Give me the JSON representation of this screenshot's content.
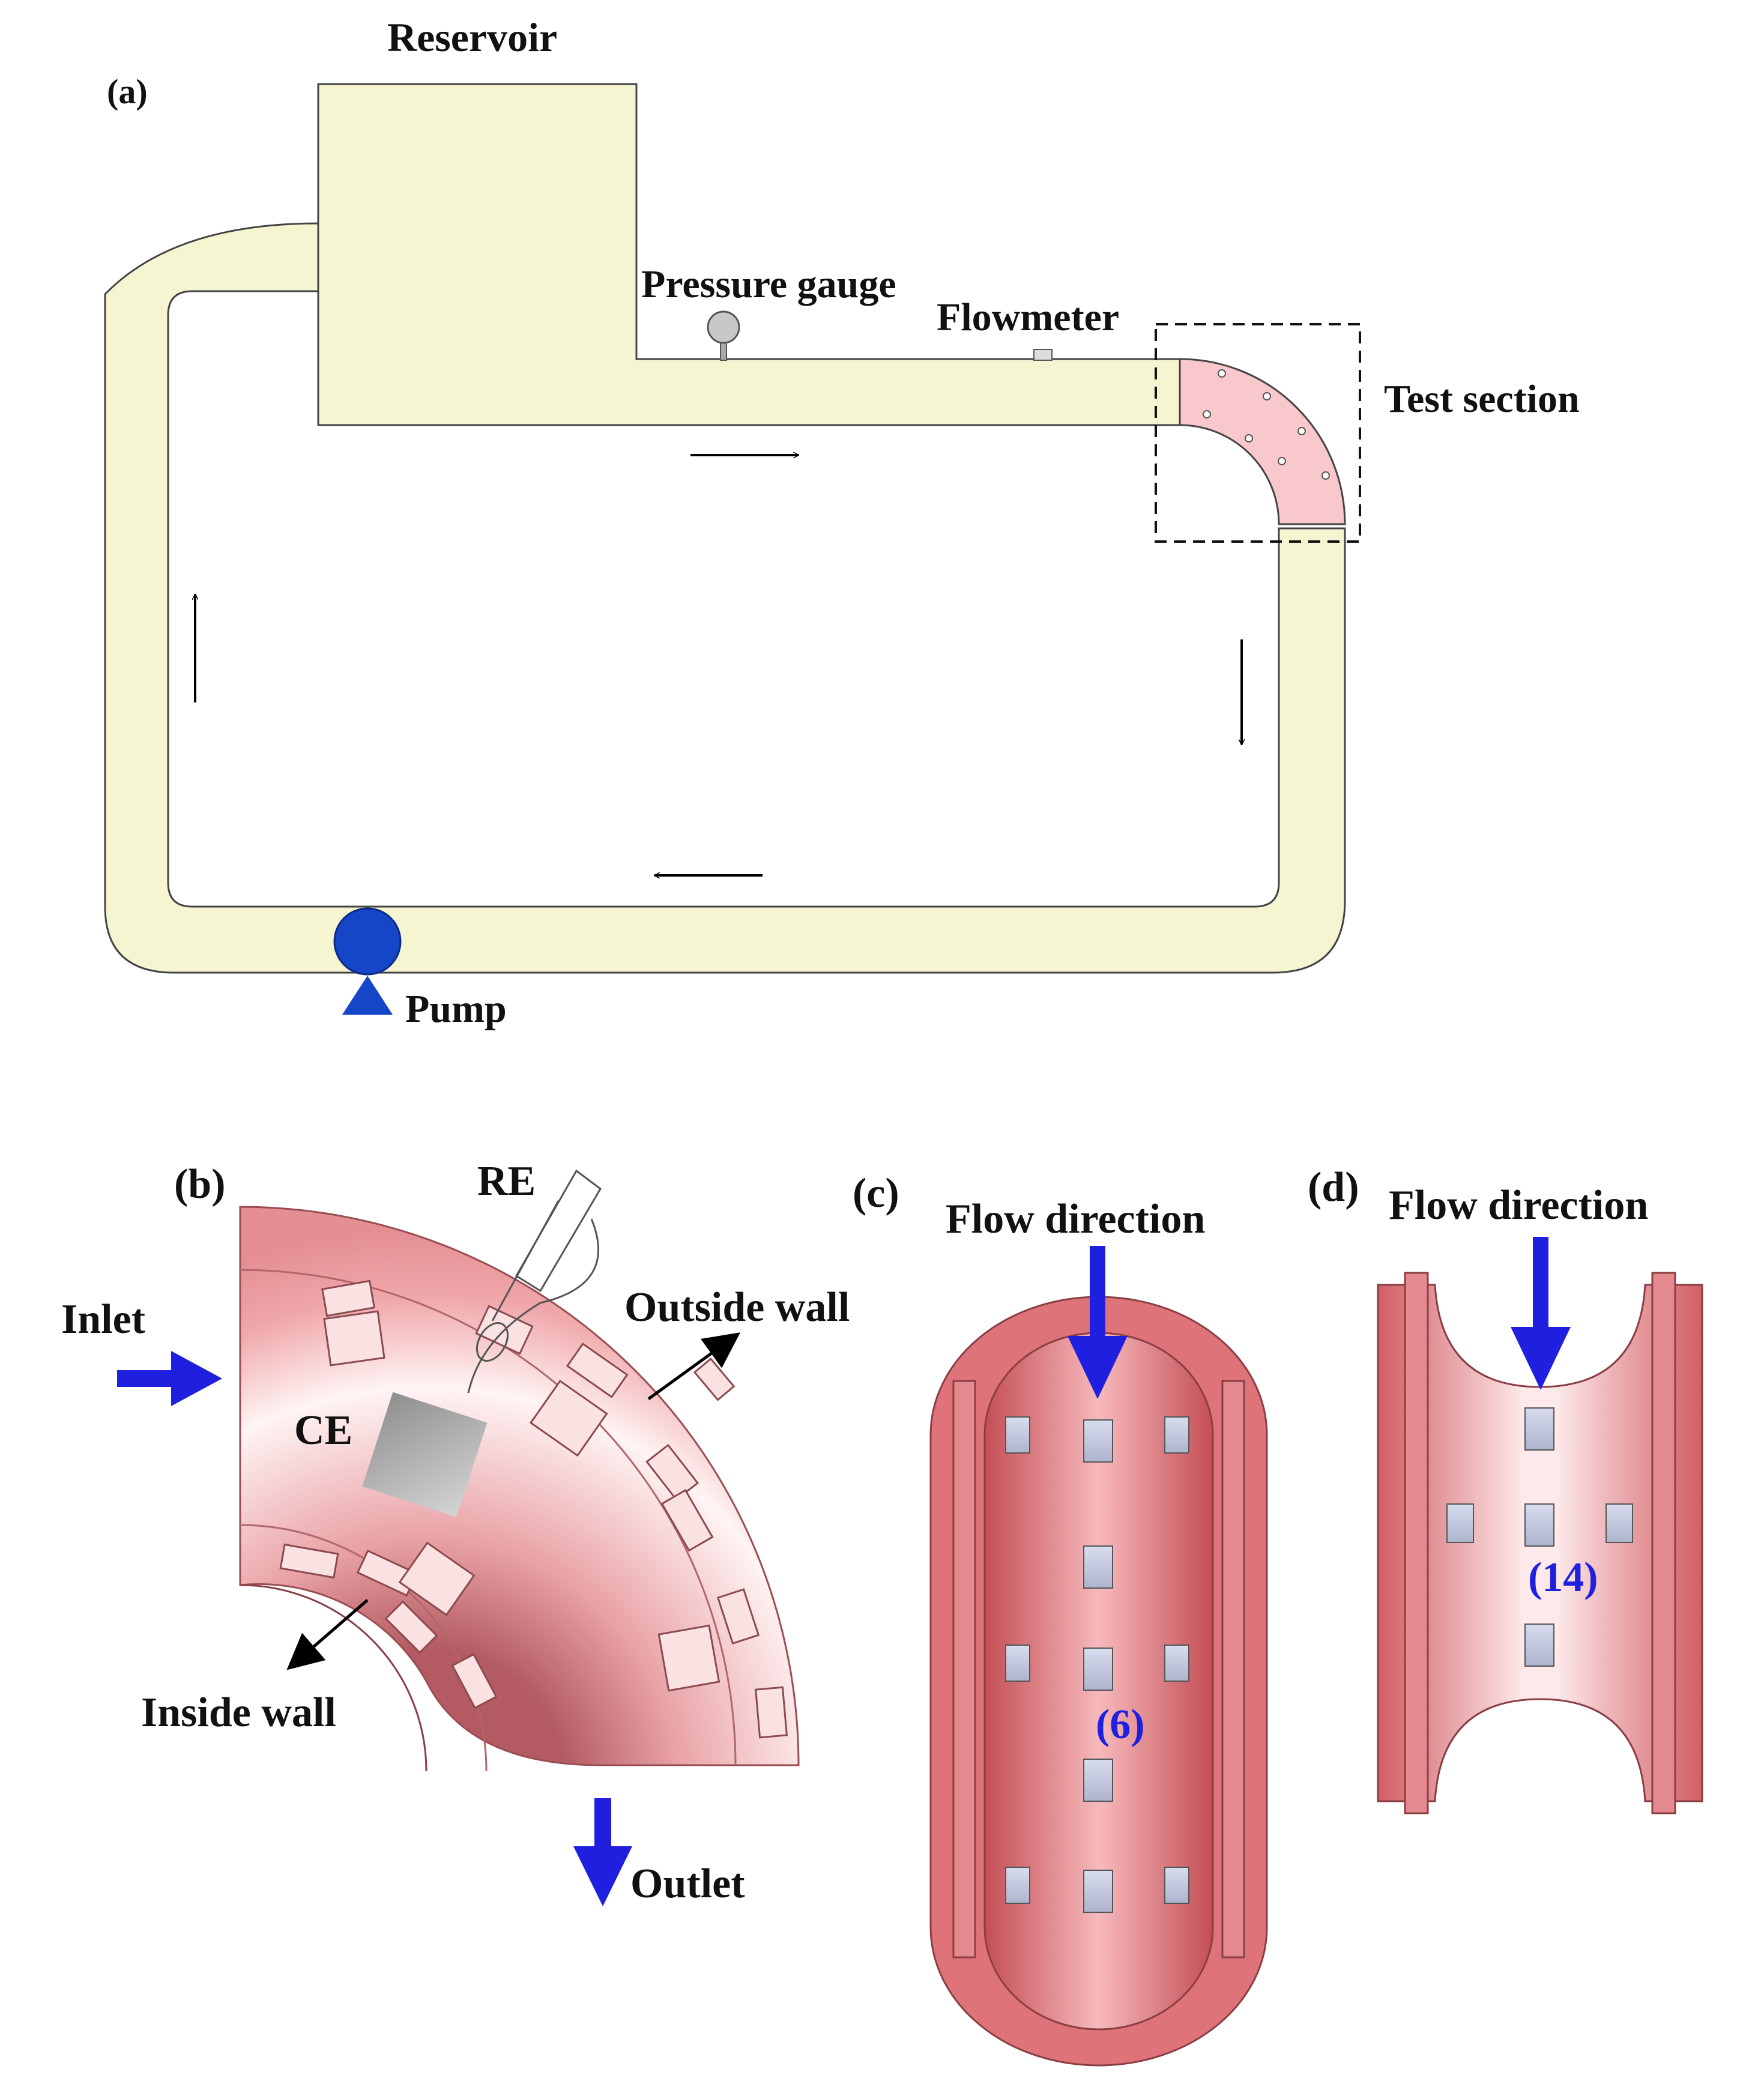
{
  "panels": {
    "a": {
      "tag": "(a)",
      "reservoir": "Reservoir",
      "pressure_gauge": "Pressure gauge",
      "flowmeter": "Flowmeter",
      "test_section": "Test section",
      "pump": "Pump"
    },
    "b": {
      "tag": "(b)",
      "re": "RE",
      "ce": "CE",
      "inlet": "Inlet",
      "outlet": "Outlet",
      "outside_wall": "Outside wall",
      "inside_wall": "Inside wall"
    },
    "c": {
      "tag": "(c)",
      "flow_direction": "Flow direction",
      "number": "(6)"
    },
    "d": {
      "tag": "(d)",
      "flow_direction": "Flow direction",
      "number": "(14)"
    }
  },
  "colors": {
    "pipe_fill": "#f5f5d2",
    "test_section_fill": "#f8c8cc",
    "pump": "#1646c8",
    "flow_arrow": "#1f1fe0",
    "electrode_body": "#e06a6a",
    "electrode_light": "#fbe2e2",
    "specimen": "#c4cbe0"
  }
}
